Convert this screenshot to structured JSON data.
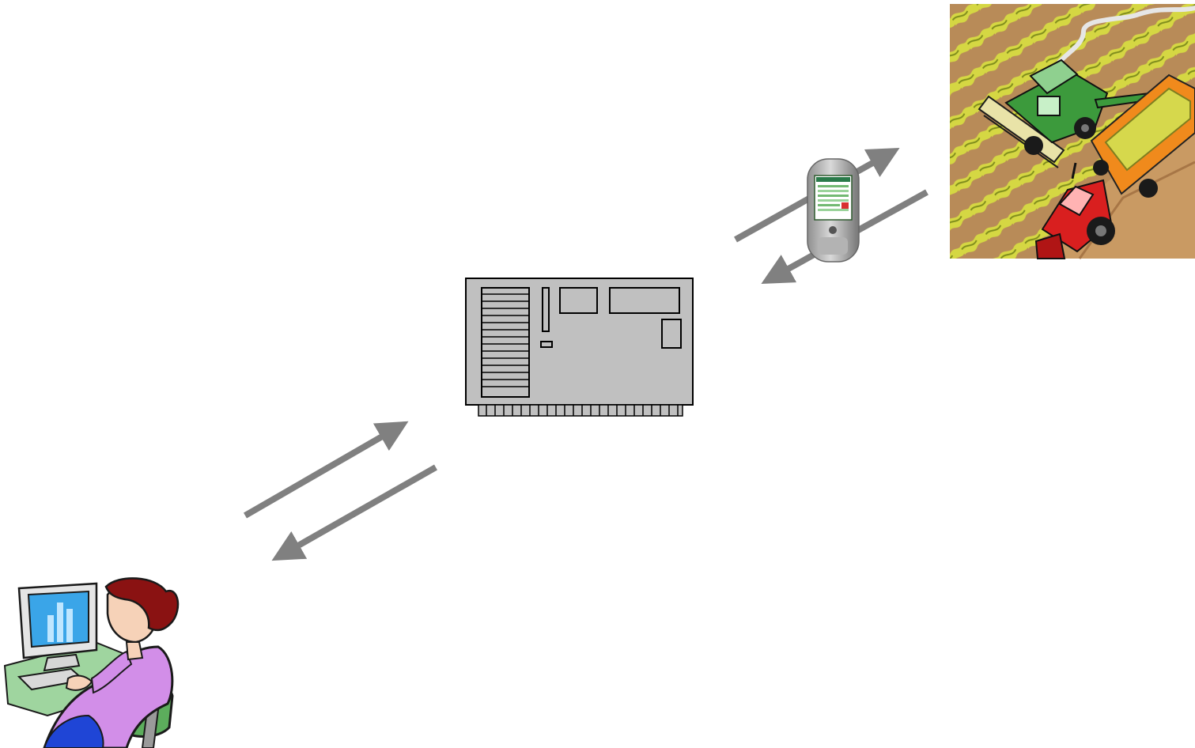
{
  "colors": {
    "background": "#ffffff",
    "arrow": "#808080",
    "server_fill": "#c0c0c0",
    "server_stroke": "#000000"
  },
  "nodes": [
    {
      "id": "farm",
      "icon": "harvester-and-tractors-clipart",
      "label": ""
    },
    {
      "id": "phone",
      "icon": "mobile-phone-icon",
      "label": ""
    },
    {
      "id": "server",
      "icon": "server-icon",
      "label": ""
    },
    {
      "id": "user",
      "icon": "woman-at-computer-clipart",
      "label": ""
    }
  ],
  "edges": [
    {
      "from": "phone",
      "to": "farm",
      "direction": "forward"
    },
    {
      "from": "farm",
      "to": "server",
      "direction": "forward"
    },
    {
      "from": "user",
      "to": "server",
      "direction": "forward"
    },
    {
      "from": "server",
      "to": "user",
      "direction": "forward"
    }
  ]
}
